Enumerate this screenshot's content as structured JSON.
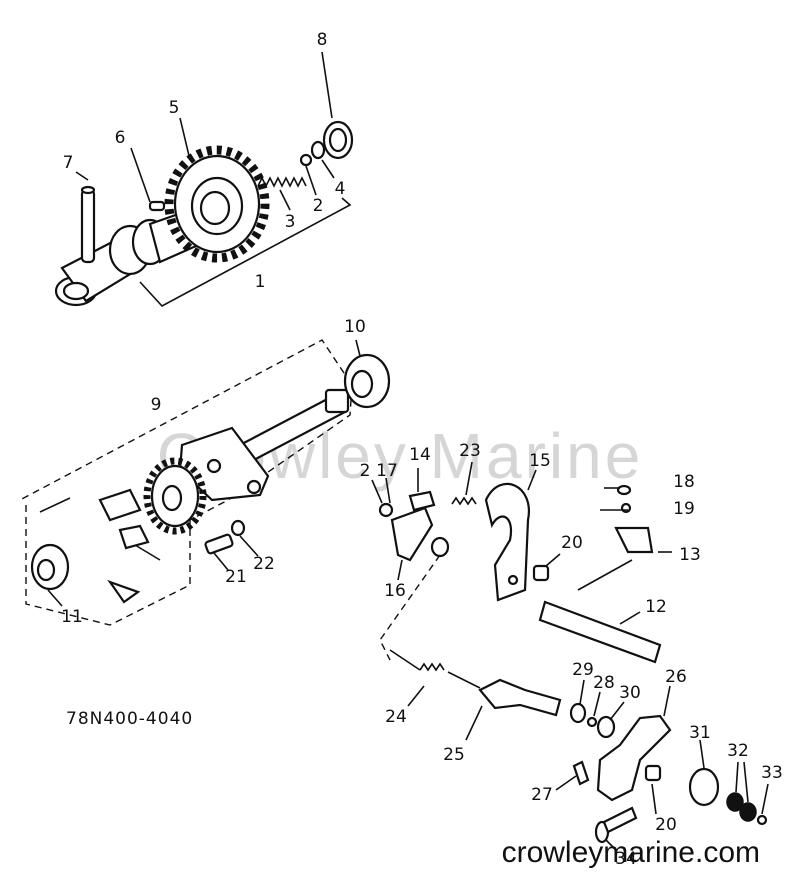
{
  "watermark": "Crowley Marine",
  "catalog_number": "78N400-4040",
  "site_footer": "crowleymarine.com",
  "callouts": [
    {
      "id": "c8",
      "text": "8"
    },
    {
      "id": "c5",
      "text": "5"
    },
    {
      "id": "c6",
      "text": "6"
    },
    {
      "id": "c7",
      "text": "7"
    },
    {
      "id": "c3",
      "text": "3"
    },
    {
      "id": "c2a",
      "text": "2"
    },
    {
      "id": "c4",
      "text": "4"
    },
    {
      "id": "c1",
      "text": "1"
    },
    {
      "id": "c10",
      "text": "10"
    },
    {
      "id": "c9",
      "text": "9"
    },
    {
      "id": "c14",
      "text": "14"
    },
    {
      "id": "c23",
      "text": "23"
    },
    {
      "id": "c15",
      "text": "15"
    },
    {
      "id": "c2b",
      "text": "2"
    },
    {
      "id": "c17",
      "text": "17"
    },
    {
      "id": "c18",
      "text": "18"
    },
    {
      "id": "c19",
      "text": "19"
    },
    {
      "id": "c13",
      "text": "13"
    },
    {
      "id": "c20a",
      "text": "20"
    },
    {
      "id": "c16",
      "text": "16"
    },
    {
      "id": "c12",
      "text": "12"
    },
    {
      "id": "c21",
      "text": "21"
    },
    {
      "id": "c22",
      "text": "22"
    },
    {
      "id": "c11",
      "text": "11"
    },
    {
      "id": "c26",
      "text": "26"
    },
    {
      "id": "c29",
      "text": "29"
    },
    {
      "id": "c28",
      "text": "28"
    },
    {
      "id": "c30",
      "text": "30"
    },
    {
      "id": "c24",
      "text": "24"
    },
    {
      "id": "c25",
      "text": "25"
    },
    {
      "id": "c31",
      "text": "31"
    },
    {
      "id": "c32",
      "text": "32"
    },
    {
      "id": "c33",
      "text": "33"
    },
    {
      "id": "c27",
      "text": "27"
    },
    {
      "id": "c20b",
      "text": "20"
    },
    {
      "id": "c34",
      "text": "34"
    }
  ]
}
